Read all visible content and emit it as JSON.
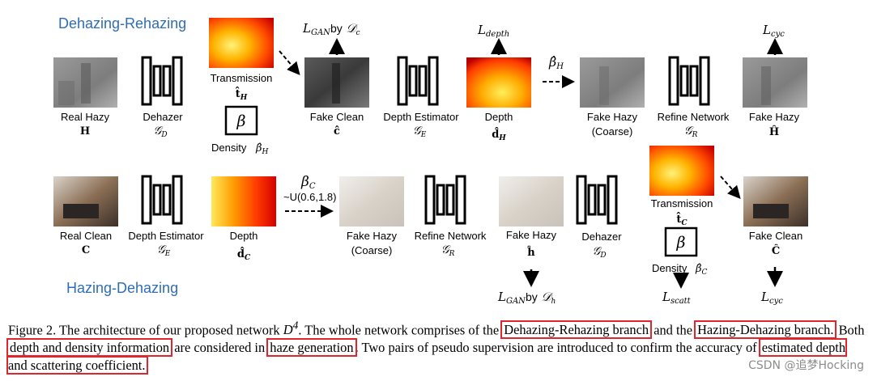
{
  "branches": {
    "top": "Dehazing-Rehazing",
    "bottom": "Hazing-Dehazing"
  },
  "top": {
    "real_hazy": "Real Hazy",
    "real_hazy_sym": "H",
    "dehazer": "Dehazer",
    "dehazer_sym": "𝒢",
    "dehazer_sub": "D",
    "transmission": "Transmission",
    "trans_sym": "t̂",
    "trans_sub": "H",
    "beta_box": "β",
    "density": "Density",
    "density_sym": "β̂",
    "density_sub": "H",
    "fake_clean": "Fake Clean",
    "fake_clean_sym": "ĉ",
    "depth_estimator": "Depth Estimator",
    "depth_est_sym": "𝒢",
    "depth_est_sub": "E",
    "depth": "Depth",
    "depth_sym": "d̂",
    "depth_sub": "H",
    "beta_arrow": "β̂",
    "beta_arrow_sub": "H",
    "fake_hazy": "Fake Hazy",
    "coarse": "(Coarse)",
    "refine": "Refine Network",
    "refine_sym": "𝒢",
    "refine_sub": "R",
    "fake_hazy2": "Fake Hazy",
    "fake_hazy2_sym": "Ĥ",
    "loss_gan": "L",
    "loss_gan_sub": "GAN",
    "loss_gan_by": "by",
    "loss_gan_d": "𝒟",
    "loss_gan_dsub": "c",
    "loss_depth": "L",
    "loss_depth_sub": "depth",
    "loss_cyc": "L",
    "loss_cyc_sub": "cyc"
  },
  "bottom": {
    "real_clean": "Real Clean",
    "real_clean_sym": "C",
    "depth_estimator": "Depth Estimator",
    "depth_est_sym": "𝒢",
    "depth_est_sub": "E",
    "depth": "Depth",
    "depth_sym": "d̂",
    "depth_sub": "C",
    "beta": "β",
    "beta_sub": "C",
    "uniform": "~U(0.6,1.8)",
    "fake_hazy": "Fake Hazy",
    "coarse": "(Coarse)",
    "refine": "Refine Network",
    "refine_sym": "𝒢",
    "refine_sub": "R",
    "fake_hazy2": "Fake Hazy",
    "fake_hazy2_sym": "ĥ",
    "dehazer": "Dehazer",
    "dehazer_sym": "𝒢",
    "dehazer_sub": "D",
    "transmission": "Transmission",
    "trans_sym": "t̂",
    "trans_sub": "C",
    "beta_box": "β",
    "density": "Density",
    "density_sym": "β̂",
    "density_sub": "C",
    "fake_clean": "Fake Clean",
    "fake_clean_sym": "Ĉ",
    "loss_gan": "L",
    "loss_gan_sub": "GAN",
    "loss_gan_by": "by",
    "loss_gan_d": "𝒟",
    "loss_gan_dsub": "h",
    "loss_scatt": "L",
    "loss_scatt_sub": "scatt",
    "loss_cyc": "L",
    "loss_cyc_sub": "cyc"
  },
  "caption": {
    "p1": "Figure 2. The architecture of our proposed network ",
    "net": "D",
    "net_sup": "4",
    "p2": ". The whole network comprises of the ",
    "h1": "Dehazing-Rehazing branch",
    "p3": " and the ",
    "h2": "Hazing-Dehazing branch.",
    "p4": " Both ",
    "h3": "depth and density information",
    "p5": " are considered in ",
    "h4": "haze generation",
    "p6": ". Two pairs of pseudo supervision are introduced to confirm the accuracy of ",
    "h5": "estimated depth and scattering coefficient."
  },
  "watermark": "CSDN @追梦Hocking",
  "colors": {
    "branch_label": "#2f6db5",
    "highlight": "#e0262d"
  }
}
